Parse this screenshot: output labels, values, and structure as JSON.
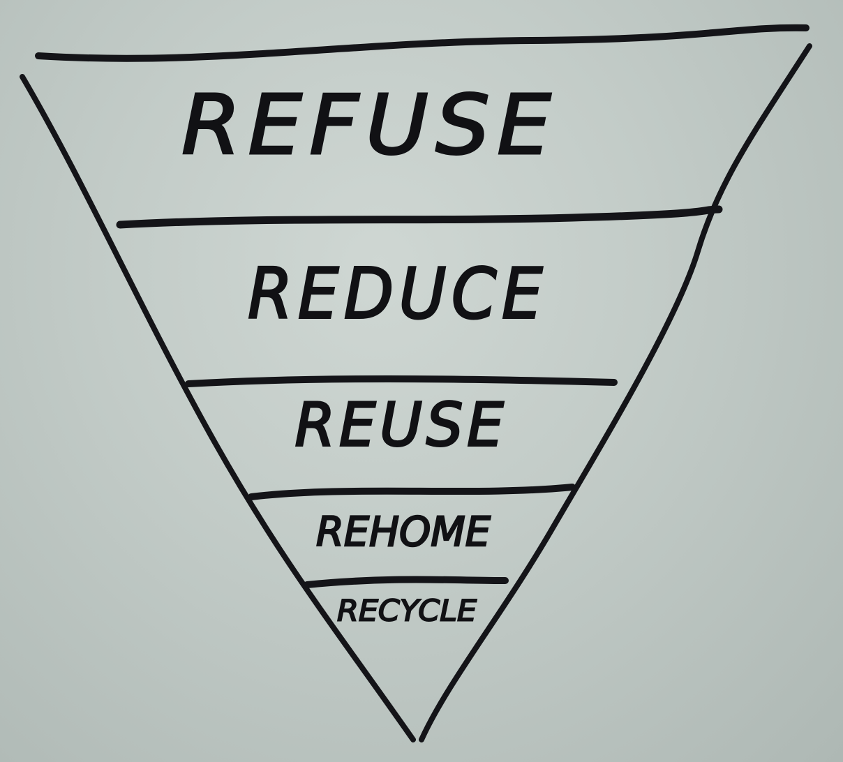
{
  "diagram": {
    "tiers": [
      {
        "label": "REFUSE"
      },
      {
        "label": "REDUCE"
      },
      {
        "label": "REUSE"
      },
      {
        "label": "REHOME"
      },
      {
        "label": "RECYCLE"
      }
    ]
  },
  "colors": {
    "ink": "#141418",
    "board": "#c3ccc8"
  }
}
